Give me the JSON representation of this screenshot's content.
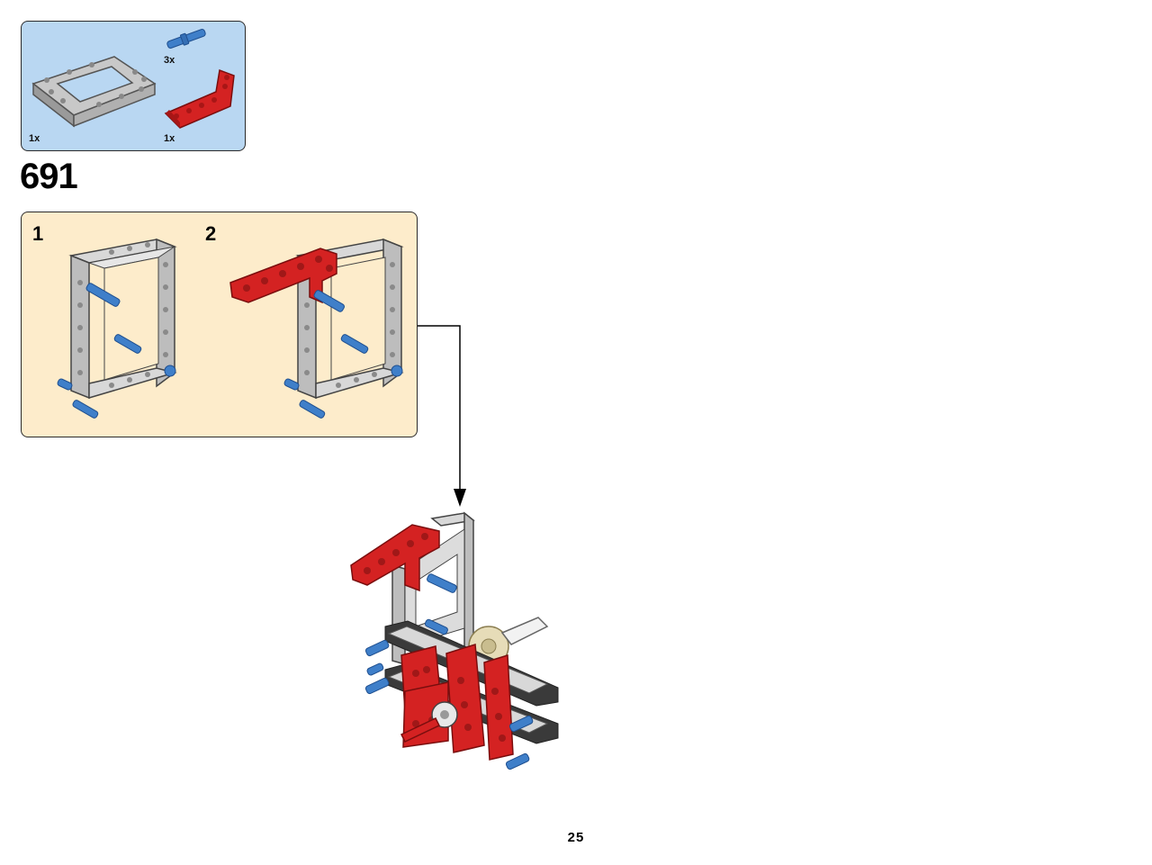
{
  "parts_list": {
    "items": [
      {
        "name": "frame",
        "qty": "1x"
      },
      {
        "name": "pin",
        "qty": "3x"
      },
      {
        "name": "red-bent-beam",
        "qty": "1x"
      }
    ]
  },
  "step": {
    "number": "691",
    "substeps": [
      {
        "label": "1"
      },
      {
        "label": "2"
      }
    ]
  },
  "page": {
    "number": "25"
  },
  "colors": {
    "parts_bg": "#b9d7f2",
    "substep_bg": "#fdeccb",
    "beam_gray": "#c8c8c8",
    "beam_red": "#d42222",
    "pin_blue": "#3f7fc9",
    "belt_dark": "#3a3a3a",
    "gear_tan": "#e6dcb8"
  }
}
